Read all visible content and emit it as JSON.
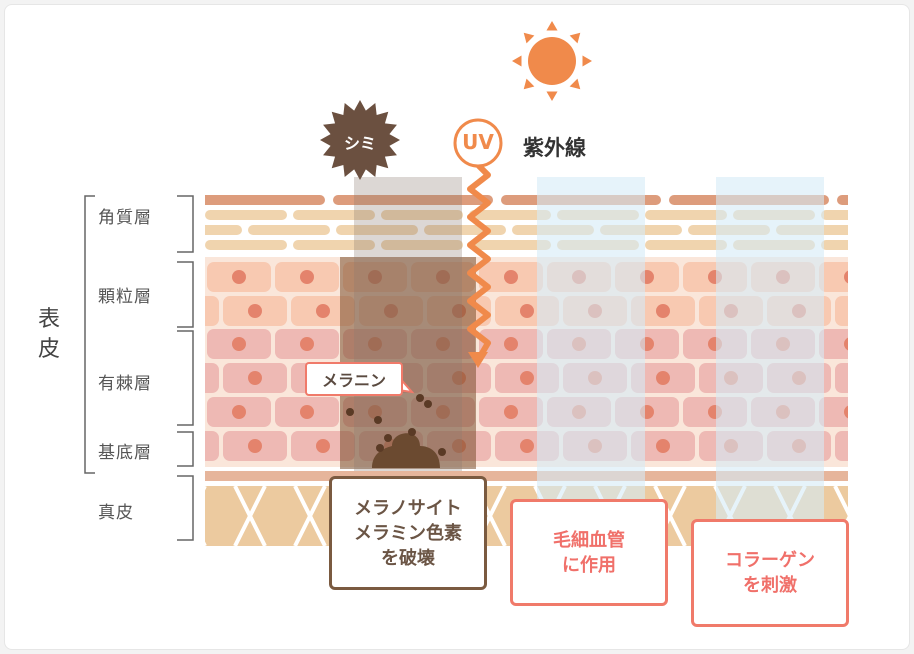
{
  "layers": {
    "epidermis": "表皮",
    "corneum": "角質層",
    "granular": "顆粒層",
    "spinous": "有棘層",
    "basal": "基底層",
    "dermis": "真皮"
  },
  "labels": {
    "spot": "シミ",
    "uv": "UV",
    "uv_text": "紫外線",
    "melanin": "メラニン"
  },
  "effects": [
    {
      "lines": [
        "メラノサイト",
        "メラミン色素",
        "を破壊"
      ]
    },
    {
      "lines": [
        "毛細血管",
        "に作用"
      ]
    },
    {
      "lines": [
        "コラーゲン",
        "を刺激"
      ]
    }
  ],
  "colors": {
    "orange": "#f08a4b",
    "brown": "#7a5a40",
    "red": "#f07a6a"
  }
}
